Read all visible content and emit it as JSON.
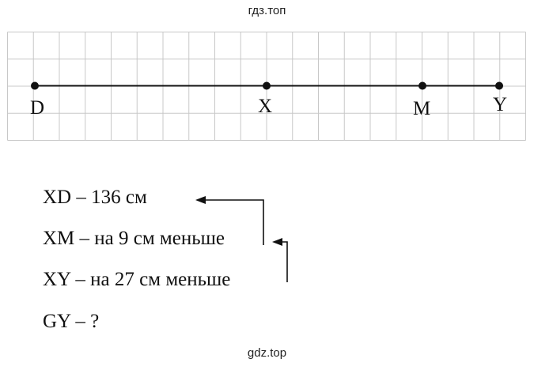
{
  "watermark_top": "гдз.топ",
  "watermark_bottom": "gdz.top",
  "points": [
    {
      "id": "D",
      "label": "D"
    },
    {
      "id": "X",
      "label": "X"
    },
    {
      "id": "M",
      "label": "M"
    },
    {
      "id": "Y",
      "label": "Y"
    }
  ],
  "conditions": [
    {
      "id": "xd",
      "text": "XD – 136 см"
    },
    {
      "id": "xm",
      "text": "XM – на 9 см меньше"
    },
    {
      "id": "xy",
      "text": "XY – на 27 см меньше"
    },
    {
      "id": "gy",
      "text": "GY – ?"
    }
  ],
  "colors": {
    "grid": "#c8c8c8",
    "ink": "#111111"
  }
}
